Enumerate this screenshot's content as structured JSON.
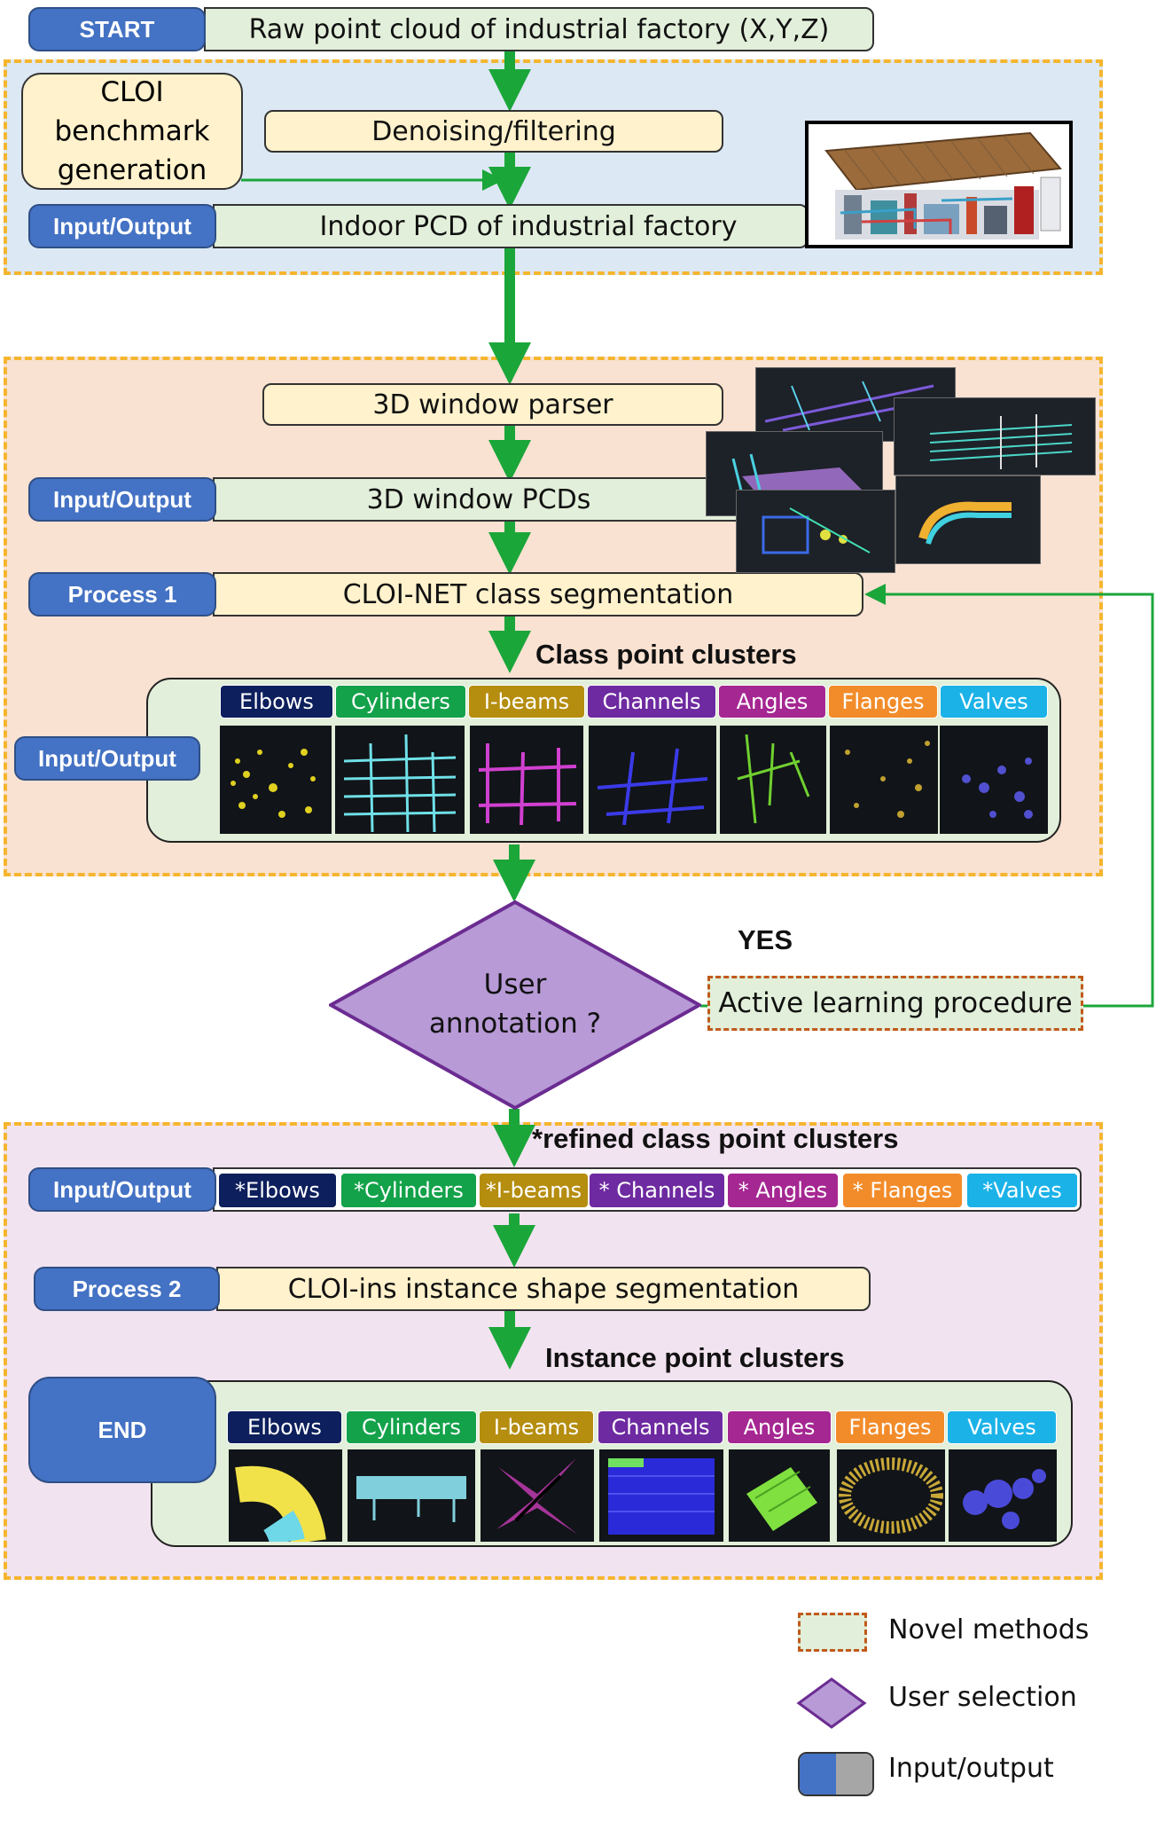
{
  "colors": {
    "blue_pill": "#4472c4",
    "green_box": "#e2efda",
    "yellow_box": "#fff2cc",
    "arrow": "#1ba63a",
    "dashed_region": "#f5b52e",
    "novel_border": "#c05a1a",
    "diamond": "#b79ad6",
    "region1_bg": "#dde8f5",
    "region2_bg": "#fae2d2",
    "region3_bg": "#f2e3f0"
  },
  "class_colors": {
    "elbows": "#0d1f5c",
    "cylinders": "#13a24a",
    "ibeams": "#b58d0f",
    "channels": "#6e2aa0",
    "angles": "#a52792",
    "flanges": "#f28c2a",
    "valves": "#1bb2e8"
  },
  "start": {
    "tag": "START",
    "text": "Raw point cloud of industrial factory (X,Y,Z)"
  },
  "benchmark": {
    "text": "CLOI benchmark generation"
  },
  "denoising": {
    "text": "Denoising/filtering"
  },
  "indoor": {
    "tag": "Input/Output",
    "text": "Indoor PCD of industrial factory",
    "image_icon": "factory-render-image"
  },
  "parser": {
    "text": "3D window parser"
  },
  "windows": {
    "tag": "Input/Output",
    "text": "3D window PCDs",
    "image_icon": "window-pcd-stack-image"
  },
  "process1": {
    "tag": "Process 1",
    "text": "CLOI-NET class segmentation"
  },
  "class_clusters": {
    "heading": "Class point clusters",
    "tag": "Input/Output",
    "labels": [
      "Elbows",
      "Cylinders",
      "I-beams",
      "Channels",
      "Angles",
      "Flanges",
      "Valves"
    ]
  },
  "decision": {
    "text": "User annotation ?",
    "yes_label": "YES"
  },
  "active_learning": {
    "text": "Active learning procedure"
  },
  "refined": {
    "heading": "*refined class point clusters",
    "tag": "Input/Output",
    "labels": [
      "*Elbows",
      "*Cylinders",
      "*I-beams",
      "* Channels",
      "* Angles",
      "* Flanges",
      "*Valves"
    ]
  },
  "process2": {
    "tag": "Process 2",
    "text": "CLOI-ins instance shape segmentation"
  },
  "instance_clusters": {
    "heading": "Instance point clusters",
    "end_tag": "END",
    "labels": [
      "Elbows",
      "Cylinders",
      "I-beams",
      "Channels",
      "Angles",
      "Flanges",
      "Valves"
    ]
  },
  "legend": {
    "novel": "Novel methods",
    "user_selection": "User selection",
    "io": "Input/output"
  }
}
